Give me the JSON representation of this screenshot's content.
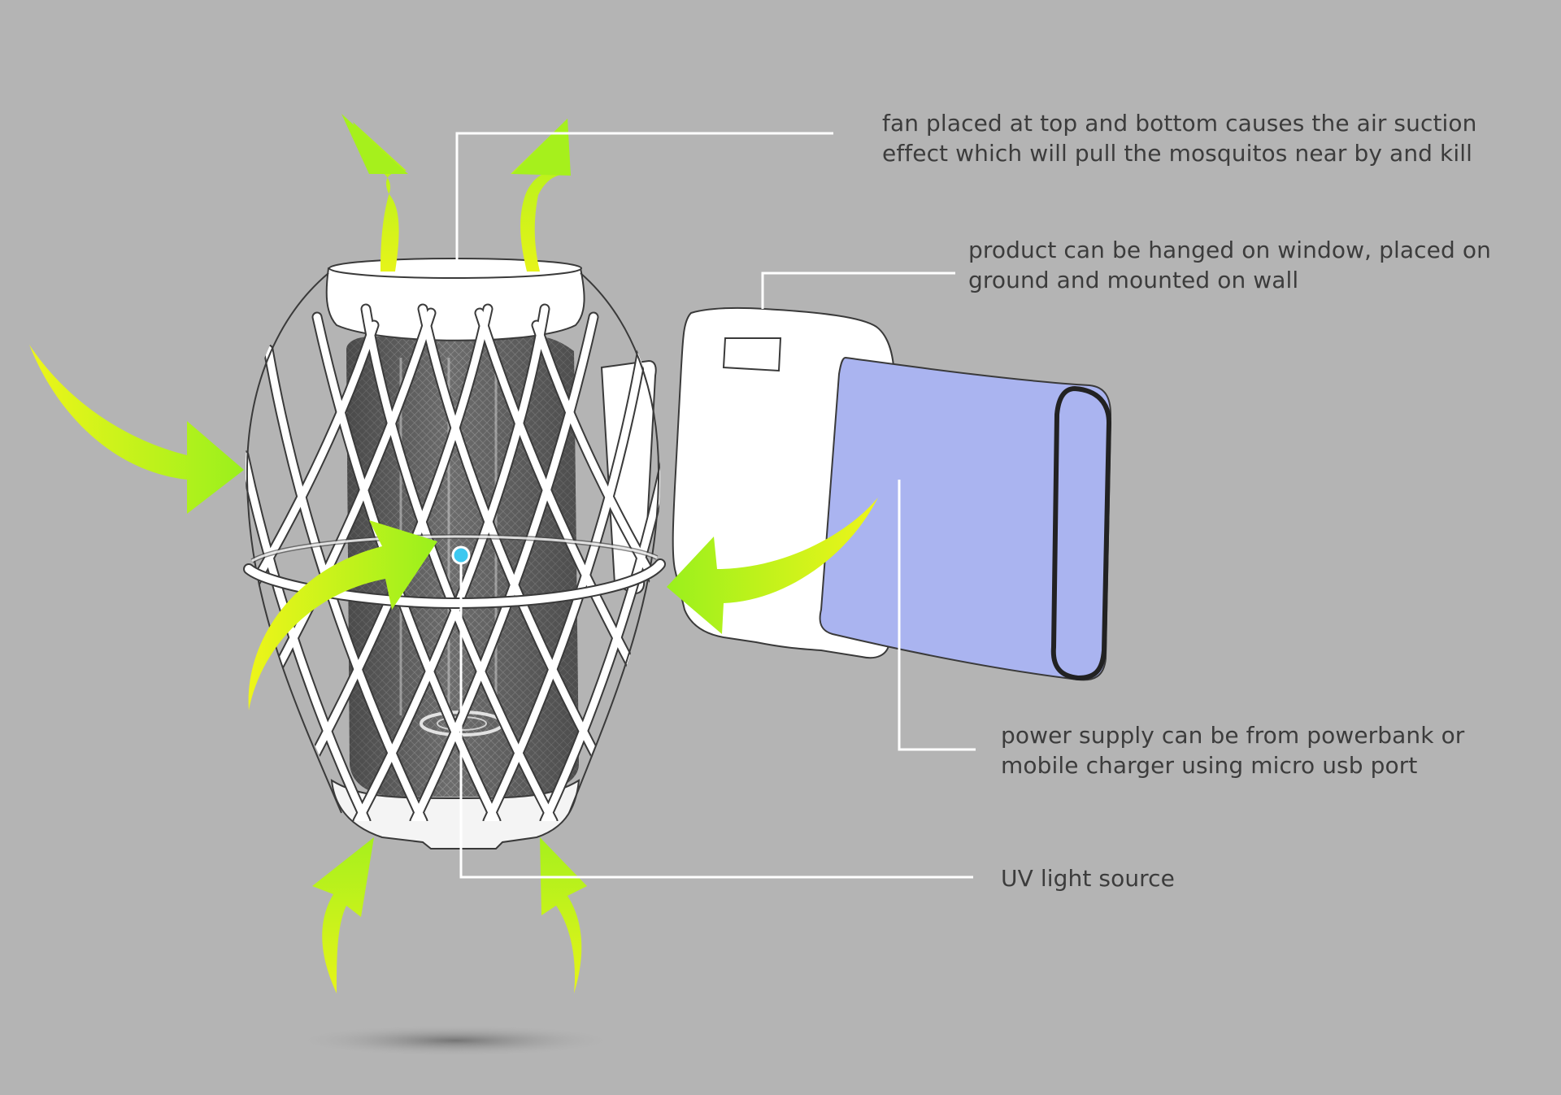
{
  "annotations": {
    "fan": {
      "line1": "fan placed at top and bottom causes the air suction",
      "line2": "effect which will pull the mosquitos near by and kill"
    },
    "mount": {
      "line1": "product can be hanged on window, placed on",
      "line2": "ground and mounted on wall"
    },
    "power": {
      "line1": "power supply can be from powerbank or",
      "line2": "mobile charger using micro usb port"
    },
    "uv": {
      "line1": "UV light source"
    }
  },
  "colors": {
    "background": "#b4b4b4",
    "arrow_light": "#e8f21a",
    "arrow_dark": "#9cf01c",
    "powerbank": "#aab4f0",
    "body": "#ffffff",
    "mesh": "#5a5a5a",
    "uv_light": "#3cc8f0",
    "text": "#3c3c3c"
  }
}
